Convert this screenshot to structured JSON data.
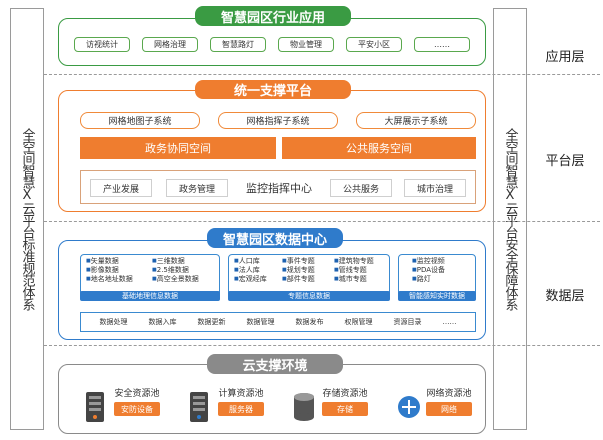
{
  "left_side": "全空间智慧X云平台标准规范体系",
  "right_side": "全空间智慧X云平台安全保障体系",
  "layers": [
    "应用层",
    "平台层",
    "数据层"
  ],
  "app": {
    "title": "智慧园区行业应用",
    "items": [
      "访视统计",
      "网格治理",
      "智慧路灯",
      "物业管理",
      "平安小区",
      "……"
    ]
  },
  "platform": {
    "title": "统一支撑平台",
    "subsystems": [
      "网格地图子系统",
      "网格指挥子系统",
      "大屏展示子系统"
    ],
    "spaces": [
      "政务协同空间",
      "公共服务空间"
    ],
    "bottom": [
      "产业发展",
      "政务管理",
      "监控指挥中心",
      "公共服务",
      "城市治理"
    ]
  },
  "data": {
    "title": "智慧园区数据中心",
    "block1": {
      "items": [
        "矢量数据",
        "影像数据",
        "地名地址数据",
        "三维数据",
        "2.5维数据",
        "高空全景数据"
      ],
      "label": "基础地理信息数据"
    },
    "block2": {
      "items": [
        "人口库",
        "法人库",
        "宏观经库",
        "事件专题",
        "规划专题",
        "部件专题",
        "建筑物专题",
        "管线专题",
        "城市专题"
      ],
      "label": "专题信息数据"
    },
    "block3": {
      "items": [
        "监控视频",
        "PDA设备",
        "路灯"
      ],
      "label": "智能感知实时数据"
    },
    "tools": [
      "数据处理",
      "数据入库",
      "数据更新",
      "数据管理",
      "数据发布",
      "权限管理",
      "资源目录",
      "……"
    ]
  },
  "cloud": {
    "title": "云支撑环境",
    "pools": [
      {
        "name": "安全资源池",
        "tag": "安防设备"
      },
      {
        "name": "计算资源池",
        "tag": "服务器"
      },
      {
        "name": "存储资源池",
        "tag": "存储"
      },
      {
        "name": "网络资源池",
        "tag": "网络"
      }
    ]
  },
  "colors": {
    "green": "#3a9b43",
    "orange": "#ef7d2f",
    "blue": "#2f7bcb",
    "gray": "#8a8a8a"
  }
}
